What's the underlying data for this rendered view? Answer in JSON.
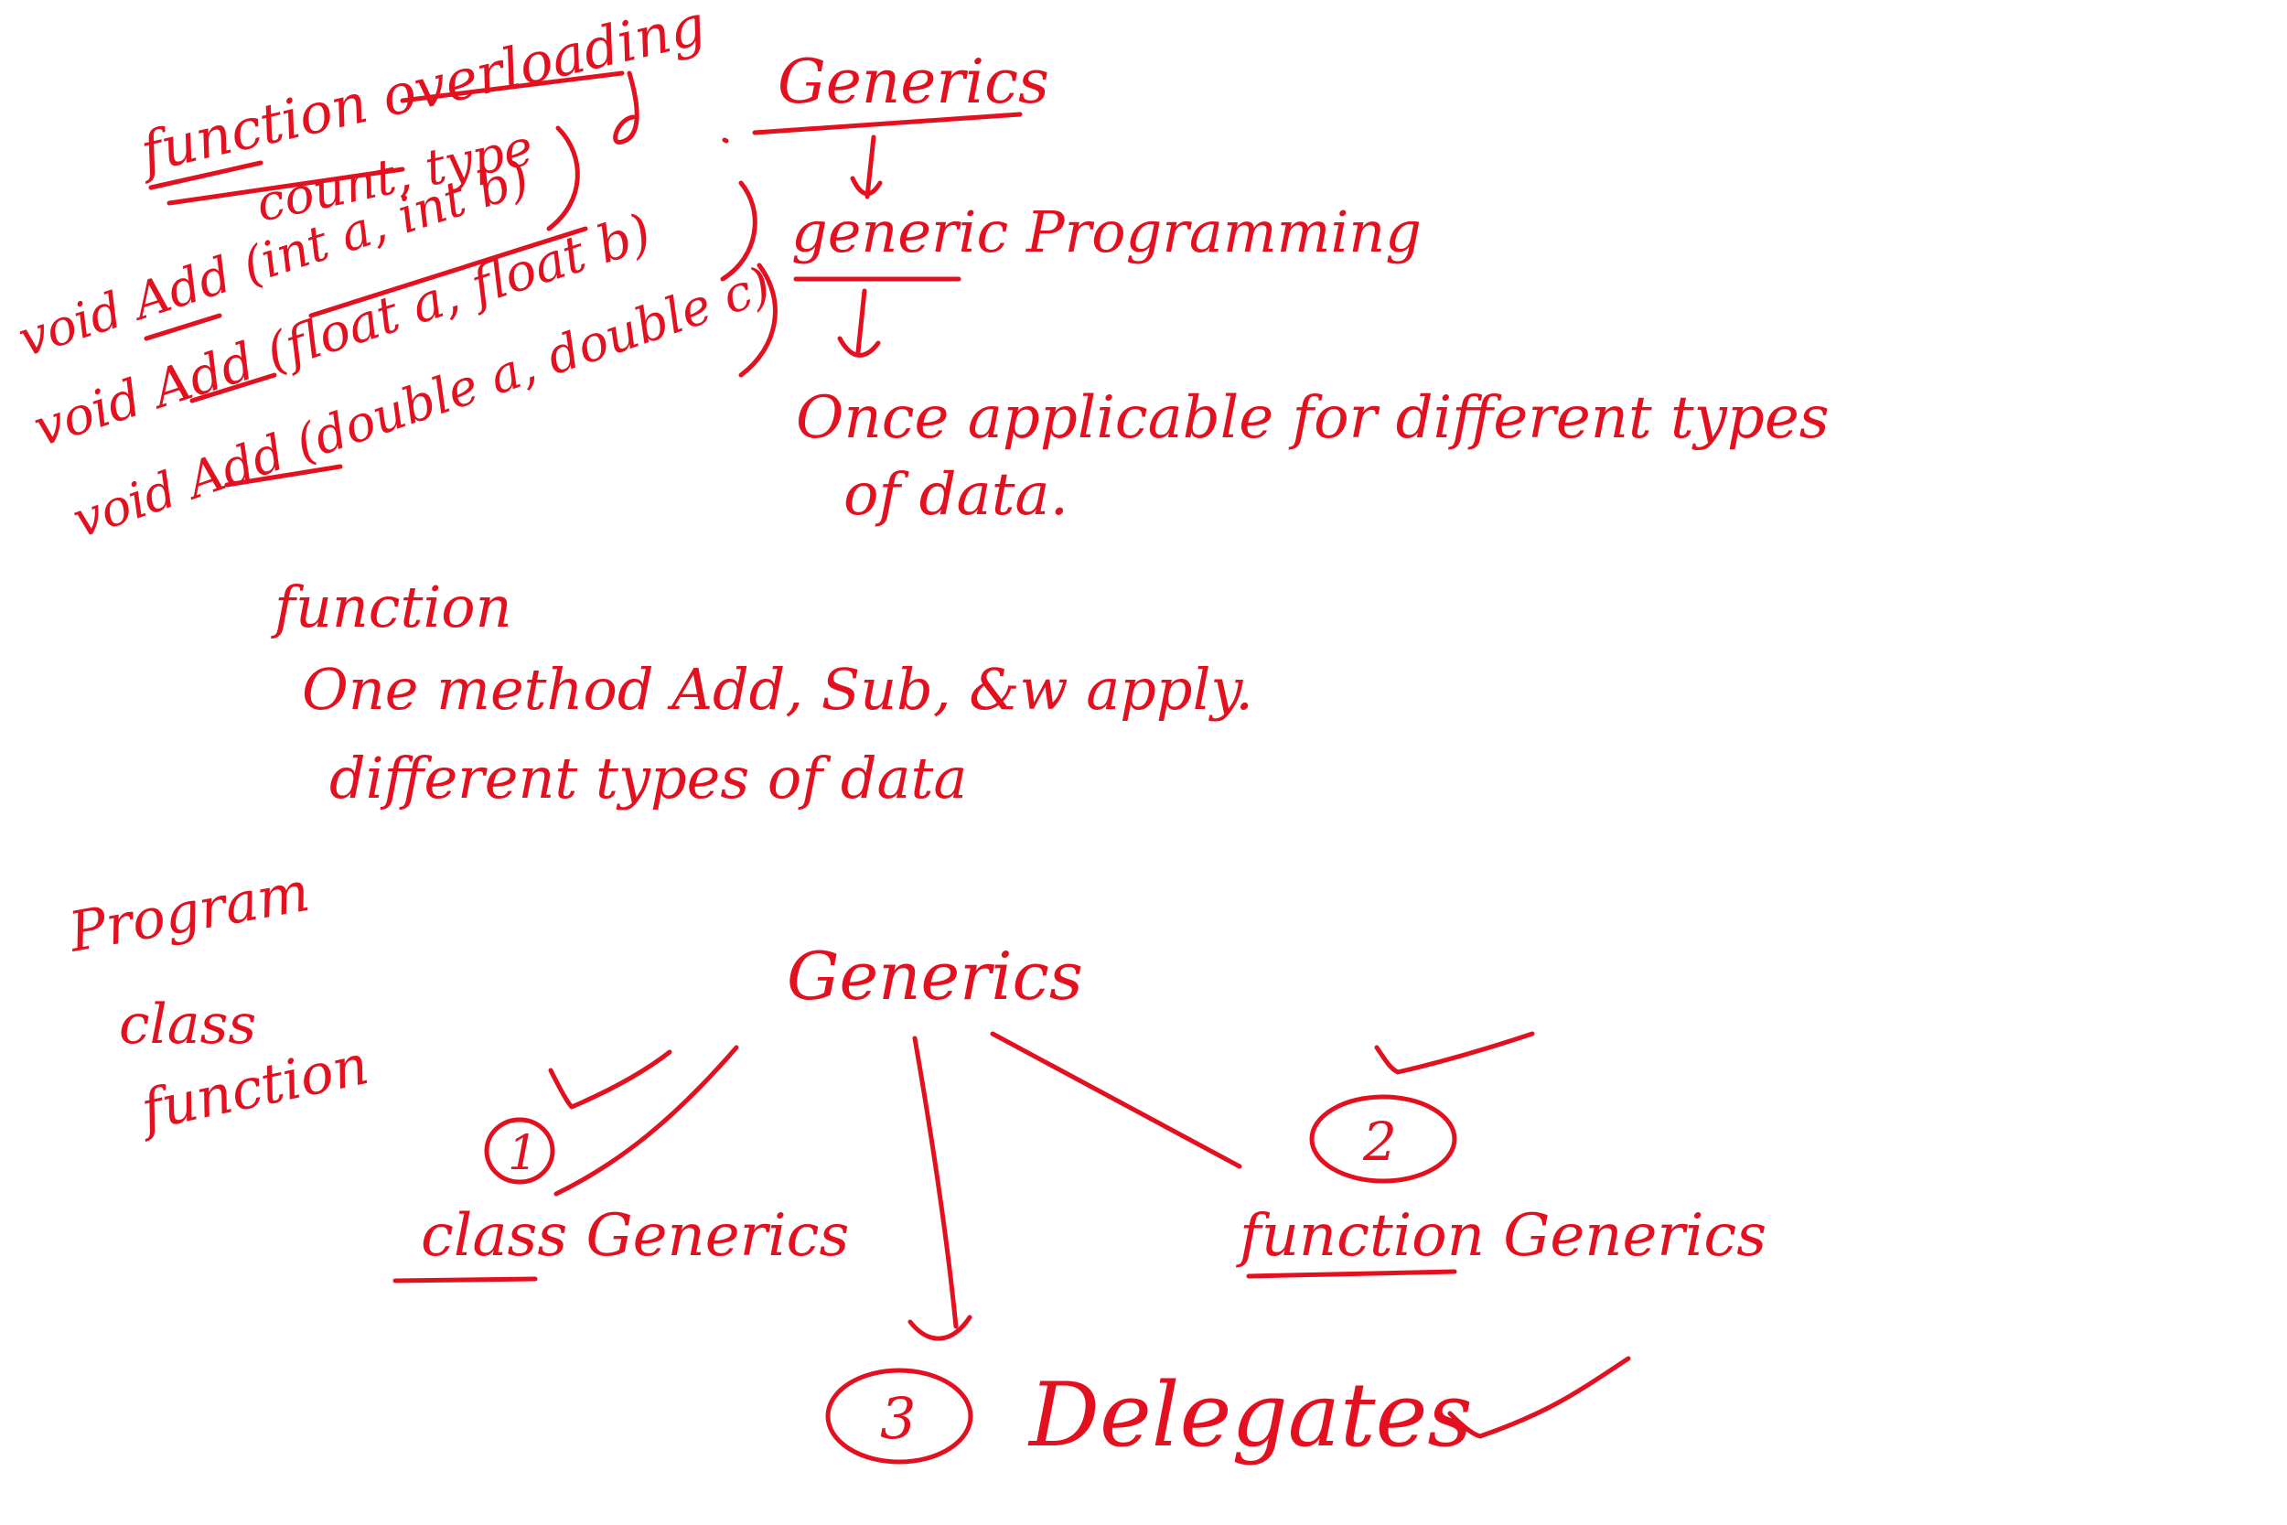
{
  "theme": {
    "ink_color": "#e3101f",
    "background": "#ffffff"
  },
  "overloading": {
    "heading": "function overloading",
    "criteria": "count, type",
    "lines": [
      "void Add (int a, int b)",
      "void Add (float a, float b)",
      "void Add (double a, double c)"
    ]
  },
  "generics_top": {
    "heading": "Generics",
    "sub": "generic Programming",
    "desc_line1": "Once applicable for different types",
    "desc_line2": "of data."
  },
  "function_note": {
    "heading": "function",
    "line1": "One method Add, Sub, &w apply.",
    "line2": "different types of data"
  },
  "program_list": {
    "items": [
      "Program",
      "class",
      "function"
    ]
  },
  "tree": {
    "root": "Generics",
    "nodes": [
      {
        "number": "1",
        "label": "class Generics"
      },
      {
        "number": "2",
        "label": "function Generics"
      },
      {
        "number": "3",
        "label": "Delegates"
      }
    ]
  }
}
